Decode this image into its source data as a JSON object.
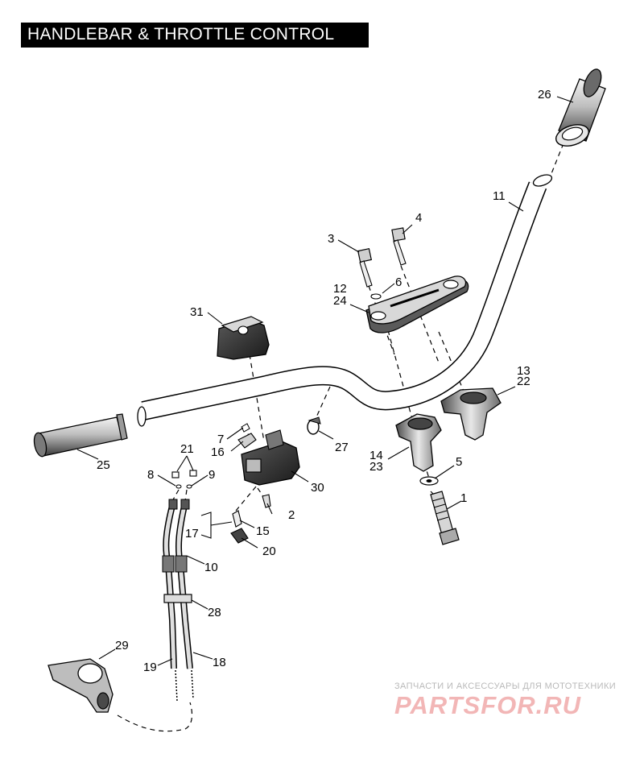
{
  "title": "HANDLEBAR & THROTTLE CONTROL",
  "watermark": {
    "tagline": "ЗАПЧАСТИ И АКСЕССУАРЫ ДЛЯ МОТОТЕХНИКИ",
    "brand": "PARTSFOR.RU"
  },
  "callouts": {
    "c1": "1",
    "c2": "2",
    "c3": "3",
    "c4": "4",
    "c5": "5",
    "c6": "6",
    "c7": "7",
    "c8": "8",
    "c9": "9",
    "c10": "10",
    "c11": "11",
    "c12": "12",
    "c13": "13",
    "c14": "14",
    "c15": "15",
    "c16": "16",
    "c17": "17",
    "c18": "18",
    "c19": "19",
    "c20": "20",
    "c21": "21",
    "c22": "22",
    "c23": "23",
    "c24": "24",
    "c25": "25",
    "c26": "26",
    "c27": "27",
    "c28": "28",
    "c29": "29",
    "c30": "30",
    "c31": "31"
  }
}
